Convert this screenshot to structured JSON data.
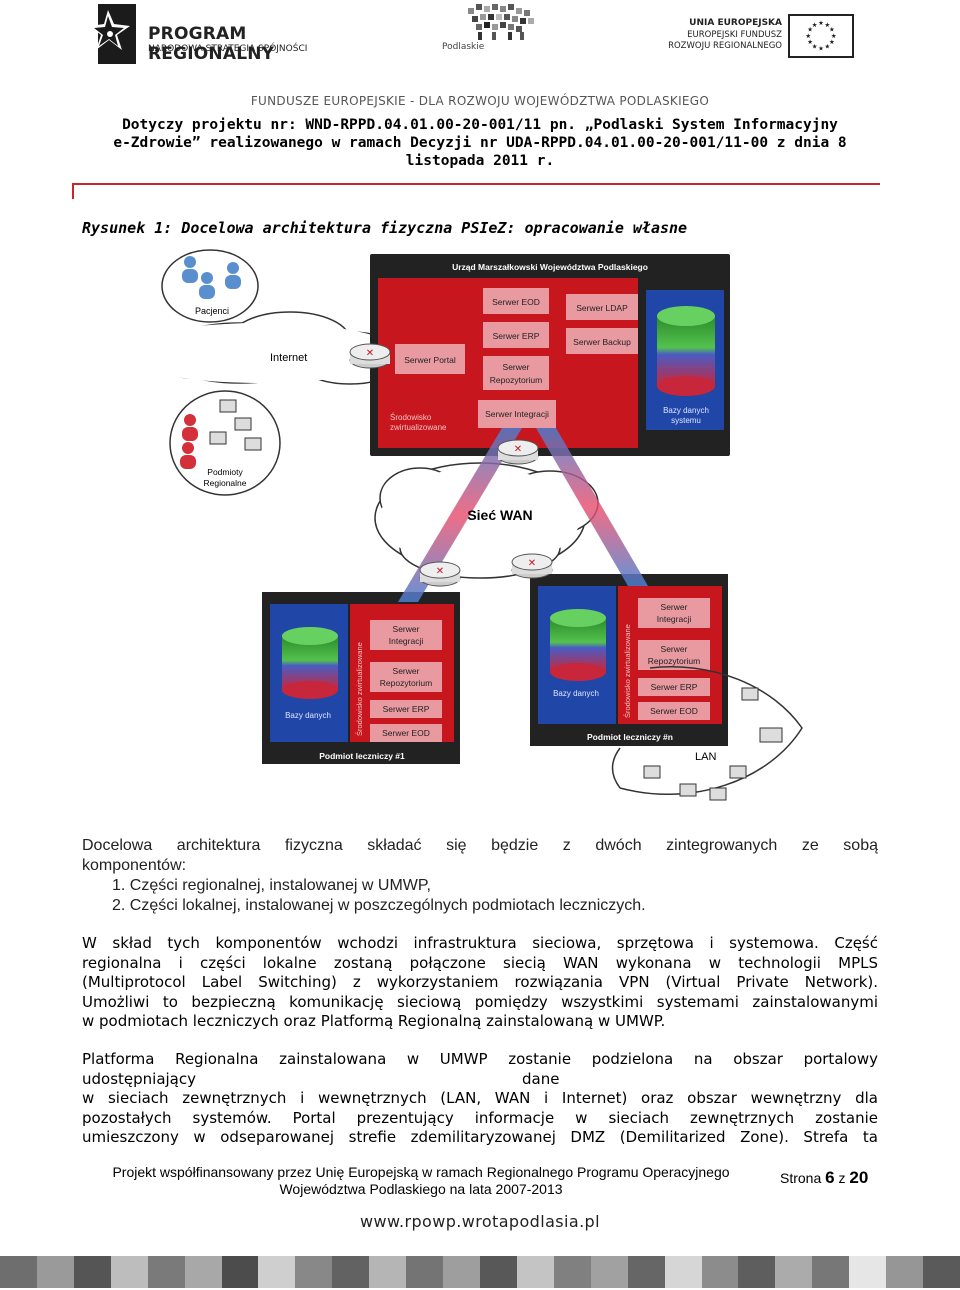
{
  "header": {
    "left_logo_title": "PROGRAM REGIONALNY",
    "left_logo_subtitle": "NARODOWA STRATEGIA SPÓJNOŚCI",
    "mid_logo_text": "Podlaskie",
    "right_logo_line1": "UNIA EUROPEJSKA",
    "right_logo_line2": "EUROPEJSKI FUNDUSZ",
    "right_logo_line3": "ROZWOJU REGIONALNEGO",
    "funds_line": "FUNDUSZE EUROPEJSKIE - DLA ROZWOJU WOJEWÓDZTWA PODLASKIEGO",
    "project_line1": "Dotyczy projektu nr: WND-RPPD.04.01.00-20-001/11 pn. „Podlaski System Informacyjny",
    "project_line2": "e-Zdrowie” realizowanego w ramach Decyzji nr UDA-RPPD.04.01.00-20-001/11-00 z dnia 8",
    "project_line3": "listopada 2011 r."
  },
  "caption": "Rysunek 1: Docelowa architektura fizyczna PSIeZ: opracowanie własne",
  "diagram": {
    "urzad_title": "Urząd Marszałkowski Województwa Podlaskiego",
    "patients": "Pacjenci",
    "internet": "Internet",
    "regional_entities_1": "Podmioty",
    "regional_entities_2": "Regionalne",
    "wan": "Sieć WAN",
    "lan": "LAN",
    "srv_eod": "Serwer EOD",
    "srv_ldap": "Serwer LDAP",
    "srv_erp": "Serwer ERP",
    "srv_backup": "Serwer Backup",
    "srv_portal": "Serwer Portal",
    "srv_repo_1": "Serwer",
    "srv_repo_2": "Repozytorium",
    "srv_integ": "Serwer Integracji",
    "srv_integ_a": "Serwer",
    "srv_integ_b": "Integracji",
    "virt_env_1": "Środowisko",
    "virt_env_2": "zwirtualizowane",
    "virt_env_vertical": "Środowisko zwirtualizowane",
    "db_system_1": "Bazy danych",
    "db_system_2": "systemu",
    "db": "Bazy danych",
    "entity_1": "Podmiot leczniczy #1",
    "entity_n": "Podmiot leczniczy #n"
  },
  "body": {
    "p1_line1": "Docelowa architektura fizyczna składać się będzie z dwóch zintegrowanych ze sobą",
    "p1_line2": "komponentów:",
    "list_item1": "1.  Części regionalnej, instalowanej w UMWP,",
    "list_item2": "2.  Części lokalnej, instalowanej w poszczególnych podmiotach leczniczych.",
    "p2_line1": "W skład tych komponentów wchodzi infrastruktura sieciowa, sprzętowa i systemowa. Część",
    "p2_line2": "regionalna i części lokalne zostaną połączone siecią WAN wykonana w technologii MPLS",
    "p2_line3": "(Multiprotocol Label Switching) z wykorzystaniem rozwiązania VPN (Virtual Private Network).",
    "p2_line4": "Umożliwi to bezpieczną komunikację sieciową pomiędzy wszystkimi systemami zainstalowanymi",
    "p2_line5": "w podmiotach leczniczych oraz Platformą Regionalną zainstalowaną w UMWP.",
    "p3_line1": "Platforma Regionalna zainstalowana w UMWP zostanie podzielona na obszar portalowy",
    "p3_line2a": "udostępniający",
    "p3_line2b": "dane",
    "p3_line3": "w sieciach zewnętrznych i wewnętrznych (LAN, WAN i Internet) oraz obszar wewnętrzny dla",
    "p3_line4": "pozostałych systemów. Portal prezentujący informacje w sieciach zewnętrznych zostanie",
    "p3_line5": "umieszczony w odseparowanej strefie zdemilitaryzowanej DMZ (Demilitarized Zone). Strefa ta"
  },
  "footer": {
    "cofinanced_line1": "Projekt współfinansowany przez Unię Europejską w ramach Regionalnego Programu Operacyjnego",
    "cofinanced_line2": "Województwa Podlaskiego na lata 2007-2013",
    "page_label": "Strona",
    "page_current": "6",
    "page_of": "z",
    "page_total": "20",
    "url": "www.rpowp.wrotapodlasia.pl"
  }
}
